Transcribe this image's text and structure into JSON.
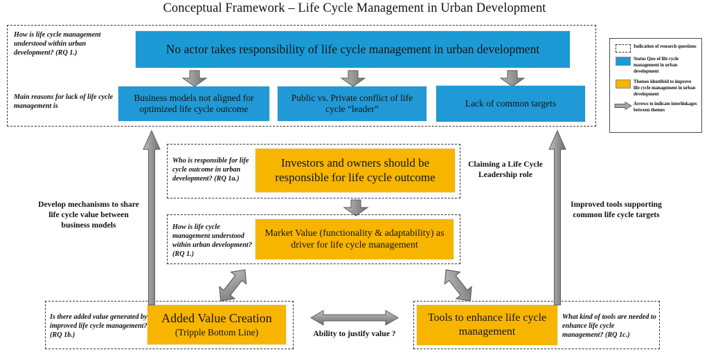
{
  "title": "Conceptual Framework – Life Cycle Management in Urban Development",
  "colors": {
    "status_quo_blue": "#1b9ad6",
    "theme_orange": "#f7b500",
    "arrow_gray": "#8c8c8c",
    "dashed_border": "#303030"
  },
  "status_quo": {
    "rq_note_top": "How is life cycle management understood within urban development? (RQ 1.)",
    "rq_note_bottom": "Main reasons for lack of life cycle management is",
    "headline_box": "No actor takes responsibility of life cycle management in urban development",
    "cause_boxes": [
      "Business models not aligned  for optimized life  cycle outcome",
      "Public vs. Private  conflict of life cycle “leader”",
      "Lack of common targets"
    ]
  },
  "themes": {
    "investors": {
      "rq_note": "Who is responsible for life cycle outcome in urban development? (RQ 1a.)",
      "box": "Investors and owners should be responsible for life cycle outcome"
    },
    "market_value": {
      "rq_note": "How is life cycle management understood within urban development? (RQ 1.)",
      "box": "Market Value (functionality  & adaptability) as driver for life  cycle management"
    },
    "added_value": {
      "rq_note": "Is there added value generated by improved life  cycle management? (RQ 1b.)",
      "box_line1": "Added Value Creation",
      "box_line2": "(Tripple Bottom Line)"
    },
    "tools": {
      "rq_note": "What kind of tools are needed to enhance life cycle management? (RQ 1c.)",
      "box": "Tools to enhance life cycle management"
    }
  },
  "annotations": {
    "left_vertical": "Develop mechanisms  to share life cycle value between business models",
    "right_vertical": "Improved  tools supporting  common life cycle targets",
    "claiming_role": "Claiming  a Life Cycle Leadership role",
    "ability_to_justify": "Ability  to justify  value ?"
  },
  "legend": {
    "items": [
      {
        "key": "dashed-rectangle-swatch",
        "text": "Indication of research questions"
      },
      {
        "key": "blue-rectangle-swatch",
        "text": "Status Quo of life cycle management in urban development"
      },
      {
        "key": "orange-rectangle-swatch",
        "text": "Themes identifeid to improve life cycle management in urban development"
      },
      {
        "key": "gray-arrow-swatch",
        "text": "Arrows to indicate interlinkages between themes"
      }
    ]
  }
}
